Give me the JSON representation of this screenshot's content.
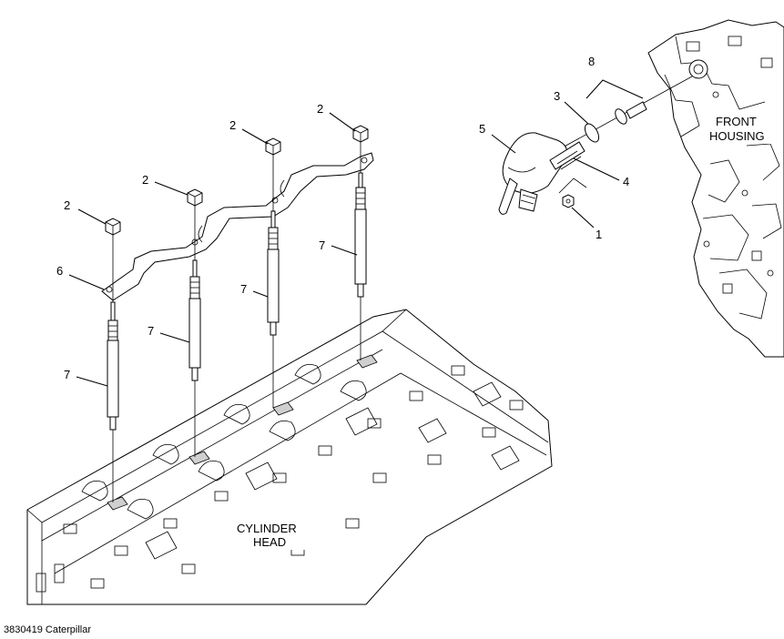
{
  "callouts": {
    "c1": "1",
    "c2": "2",
    "c3": "3",
    "c4": "4",
    "c5": "5",
    "c6": "6",
    "c7": "7",
    "c8": "8"
  },
  "regions": {
    "front_housing_line1": "FRONT",
    "front_housing_line2": "HOUSING",
    "cylinder_head_line1": "CYLINDER",
    "cylinder_head_line2": "HEAD"
  },
  "footer": {
    "reference": "3830419 Caterpillar"
  }
}
